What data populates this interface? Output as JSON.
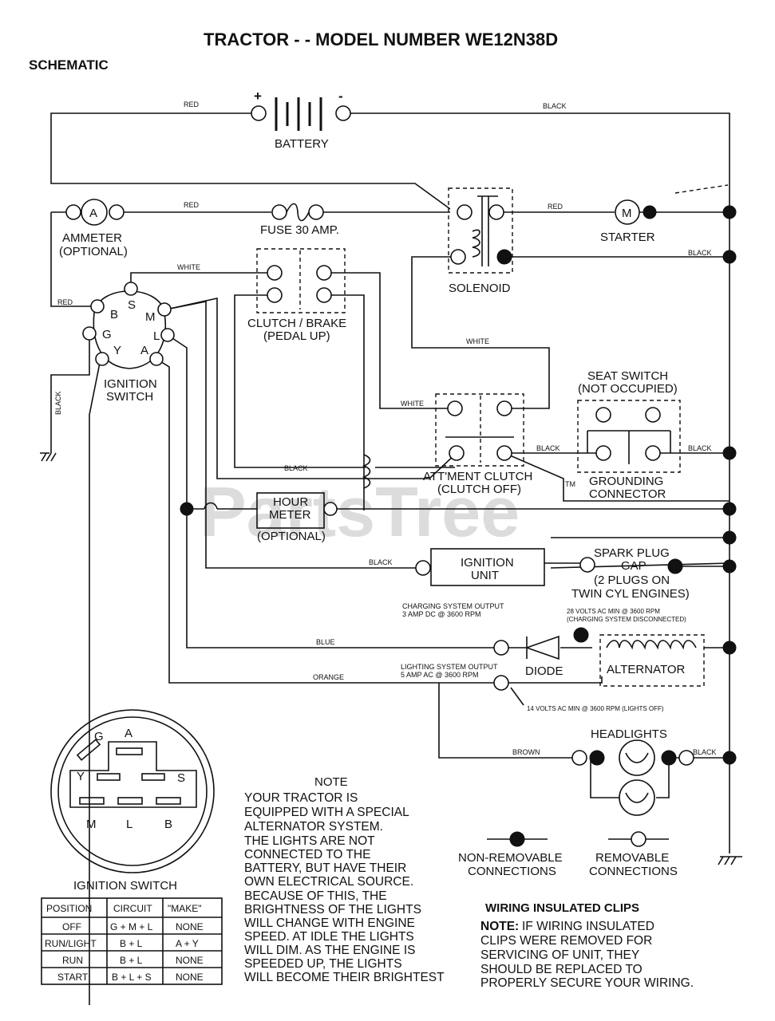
{
  "title": "TRACTOR - - MODEL NUMBER WE12N38D",
  "subtitle": "SCHEMATIC",
  "watermark": "PartsTree",
  "watermark_tm": "TM",
  "components": {
    "battery": "BATTERY",
    "battery_plus": "+",
    "battery_minus": "-",
    "ammeter": [
      "AMMETER",
      "(OPTIONAL)"
    ],
    "ammeter_symbol": "A",
    "fuse": "FUSE 30 AMP.",
    "solenoid": "SOLENOID",
    "starter": "STARTER",
    "starter_symbol": "M",
    "clutch_brake": [
      "CLUTCH / BRAKE",
      "(PEDAL UP)"
    ],
    "ignition_switch": [
      "IGNITION",
      "SWITCH"
    ],
    "ignition_terminals": [
      "B",
      "S",
      "M",
      "G",
      "L",
      "Y",
      "A"
    ],
    "seat_switch": [
      "SEAT SWITCH",
      "(NOT OCCUPIED)"
    ],
    "grounding_connector": [
      "GROUNDING",
      "CONNECTOR"
    ],
    "attachment_clutch": [
      "ATT'MENT CLUTCH",
      "(CLUTCH OFF)"
    ],
    "hour_meter": [
      "HOUR",
      "METER",
      "(OPTIONAL)"
    ],
    "ignition_unit": [
      "IGNITION",
      "UNIT"
    ],
    "spark_plug": [
      "SPARK PLUG",
      "GAP",
      "(2 PLUGS ON",
      "TWIN CYL  ENGINES)"
    ],
    "diode": "DIODE",
    "alternator": "ALTERNATOR",
    "headlights": "HEADLIGHTS"
  },
  "wire_labels": {
    "red_battery": "RED",
    "black_battery": "BLACK",
    "red_ammeter": "RED",
    "red_starter": "RED",
    "black_solenoid": "BLACK",
    "white_clutch": "WHITE",
    "red_ignition": "RED",
    "black_ground": "BLACK",
    "white_solenoid": "WHITE",
    "white_attclutch": "WHITE",
    "black_attclutch": "BLACK",
    "black_seat_left": "BLACK",
    "black_seat_right": "BLACK",
    "black_ignition_unit": "BLACK",
    "blue": "BLUE",
    "orange": "ORANGE",
    "brown": "BROWN",
    "black_headlights": "BLACK"
  },
  "specs": {
    "charging_output": [
      "CHARGING SYSTEM OUTPUT",
      "3 AMP DC @ 3600 RPM"
    ],
    "alternator_voltage": [
      "28 VOLTS AC MIN  @ 3600 RPM",
      "(CHARGING SYSTEM DISCONNECTED)"
    ],
    "lighting_output": [
      "LIGHTING SYSTEM OUTPUT",
      "5 AMP AC @ 3600 RPM"
    ],
    "lights_voltage": "14 VOLTS AC MIN  @ 3600 RPM (LIGHTS OFF)"
  },
  "legend": {
    "non_removable": [
      "NON-REMOVABLE",
      "CONNECTIONS"
    ],
    "removable": [
      "REMOVABLE",
      "CONNECTIONS"
    ]
  },
  "ignition_detail": {
    "letters": [
      "G",
      "A",
      "Y",
      "S",
      "M",
      "L",
      "B"
    ],
    "title": "IGNITION SWITCH",
    "table": {
      "headers": [
        "POSITION",
        "CIRCUIT",
        "\"MAKE\""
      ],
      "rows": [
        [
          "OFF",
          "G + M + L",
          "NONE"
        ],
        [
          "RUN/LIGHT",
          "B + L",
          "A + Y"
        ],
        [
          "RUN",
          "B + L",
          "NONE"
        ],
        [
          "START",
          "B + L + S",
          "NONE"
        ]
      ]
    }
  },
  "note": {
    "title": "NOTE",
    "lines": [
      "YOUR TRACTOR IS",
      "EQUIPPED WITH A SPECIAL",
      "ALTERNATOR SYSTEM.",
      "THE LIGHTS ARE NOT",
      "CONNECTED TO THE",
      "BATTERY, BUT HAVE THEIR",
      "OWN ELECTRICAL SOURCE.",
      "BECAUSE OF THIS, THE",
      "BRIGHTNESS OF THE LIGHTS",
      "WILL CHANGE WITH ENGINE",
      "SPEED.  AT IDLE THE LIGHTS",
      "WILL DIM.  AS THE ENGINE IS",
      "SPEEDED UP, THE LIGHTS",
      "WILL BECOME THEIR BRIGHTEST"
    ]
  },
  "clips": {
    "title": "WIRING INSULATED CLIPS",
    "note_label": "NOTE:",
    "lines": [
      "IF WIRING INSULATED",
      "CLIPS WERE REMOVED FOR",
      "SERVICING OF UNIT, THEY",
      "SHOULD BE REPLACED TO",
      "PROPERLY SECURE YOUR WIRING."
    ]
  }
}
